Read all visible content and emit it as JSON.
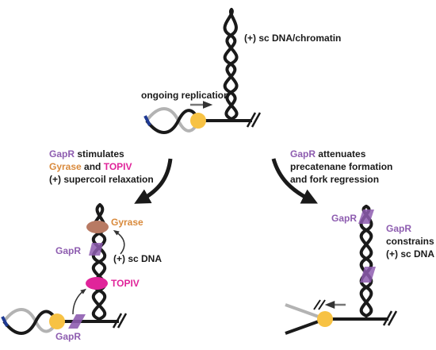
{
  "colors": {
    "dna": "#1a1a1a",
    "lagging_strand": "#b3b3b3",
    "replisome": "#f7c244",
    "gapr": "#8e5db0",
    "gyrase": "#d98a3c",
    "gyrase_shape": "#b87a63",
    "topiv": "#e0249a",
    "arrow_small": "#777777",
    "strand_end": "#1f3a93"
  },
  "top": {
    "supercoil_label": "(+) sc DNA/chromatin",
    "replication_label": "ongoing replication"
  },
  "left_branch": {
    "line1_protein": "GapR",
    "line1_rest": " stimulates",
    "line2_protein": "Gyrase",
    "line2_mid": " and ",
    "line2_protein2": "TOPIV",
    "line3": "(+) supercoil relaxation"
  },
  "right_branch": {
    "line1_protein": "GapR",
    "line1_rest": " attenuates",
    "line2": "precatenane formation",
    "line3": "and fork regression"
  },
  "bottom_left": {
    "gyrase_label": "Gyrase",
    "gapr_upper_label": "GapR",
    "sc_dna_label": "(+) sc DNA",
    "topiv_label": "TOPIV",
    "gapr_lower_label": "GapR"
  },
  "bottom_right": {
    "gapr_label_left": "GapR",
    "gapr_label_right": "GapR",
    "constrains_line1": "constrains",
    "constrains_line2": "(+) sc DNA"
  }
}
